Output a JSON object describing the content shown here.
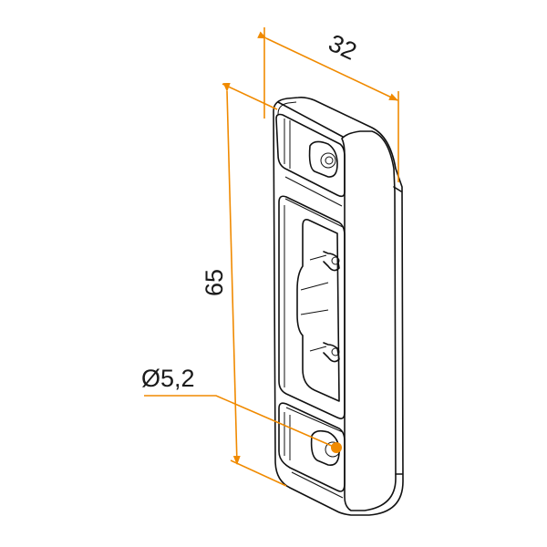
{
  "drawing": {
    "dimensions": {
      "width": "32",
      "height": "65",
      "hole_diameter": "Ø5,2"
    },
    "colors": {
      "dimension_lines": "#f08a00",
      "part_outline": "#111111"
    }
  }
}
